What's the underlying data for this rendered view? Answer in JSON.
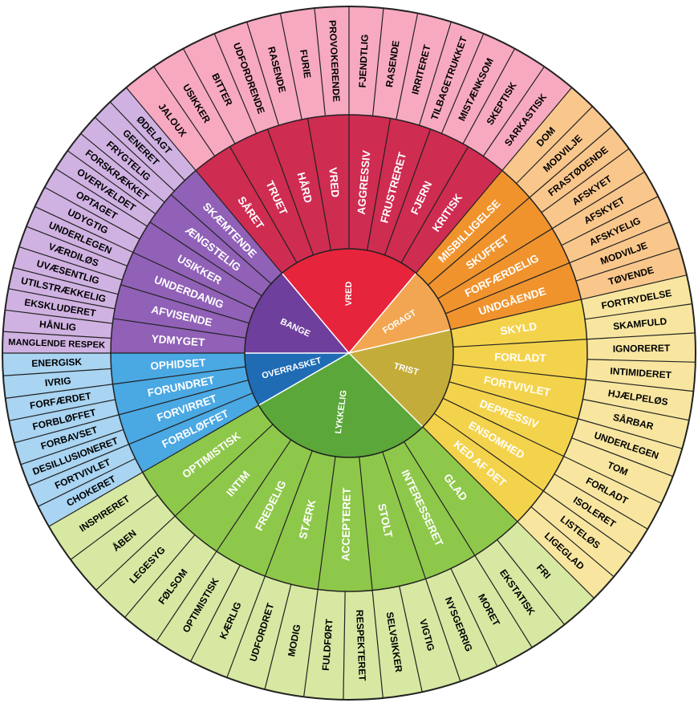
{
  "wheel": {
    "sectors": [
      {
        "name": "VRED",
        "colors": {
          "core": "#e6243b",
          "mid": "#cf2c51",
          "outer": "#f7a9c0"
        },
        "mid": [
          "SÅRET",
          "TRUET",
          "HÅRD",
          "VRED",
          "AGGRESSIV",
          "FRUSTRERET",
          "FJERN",
          "KRITISK"
        ],
        "outer": [
          "JALOUX",
          "USIKKER",
          "BITTER",
          "UDFORDRENDE",
          "RASENDE",
          "FURIE",
          "PROVOKERENDE",
          "FJENDTLIG",
          "RASENDE",
          "IRRITERET",
          "TILBAGETRUKKET",
          "MISTÆNKSOM",
          "SKEPTISK",
          "SARKASTISK"
        ]
      },
      {
        "name": "FORAGT",
        "colors": {
          "core": "#f2a651",
          "mid": "#f0932d",
          "outer": "#f9c78c"
        },
        "mid": [
          "MISBILLIGELSE",
          "SKUFFET",
          "FORFÆRDELIG",
          "UNDGÅENDE"
        ],
        "outer": [
          "DOM",
          "MODVILJE",
          "FRASTØDENDE",
          "AFSKYET",
          "AFSKYET",
          "AFSKYELIG",
          "MODVILJE",
          "TØVENDE"
        ]
      },
      {
        "name": "TRIST",
        "colors": {
          "core": "#c4ac3a",
          "mid": "#f4d34c",
          "outer": "#f8e6a0"
        },
        "mid": [
          "SKYLD",
          "FORLADT",
          "FORTVIVLET",
          "DEPRESSIV",
          "ENSOMHED",
          "KED AF DET"
        ],
        "outer": [
          "FORTRYDELSE",
          "SKAMFULD",
          "IGNORERET",
          "INTIMIDERET",
          "HJÆLPELØS",
          "SÅRBAR",
          "UNDERLEGEN",
          "TOM",
          "FORLADT",
          "ISOLERET",
          "LISTELØS",
          "LIGEGLAD"
        ]
      },
      {
        "name": "LYKKELIG",
        "colors": {
          "core": "#5ba73a",
          "mid": "#8ec84b",
          "outer": "#d7e8a2"
        },
        "mid": [
          "GLAD",
          "INTERESSERET",
          "STOLT",
          "ACCEPTERET",
          "STÆRK",
          "FREDELIG",
          "INTIM",
          "OPTIMISTISK"
        ],
        "outer": [
          "FRI",
          "EKSTATISK",
          "MORET",
          "NYSGERRIG",
          "VIGTIG",
          "SELVSIKKER",
          "RESPEKTERET",
          "FULDFØRT",
          "MODIG",
          "UDFORDRET",
          "KÆRLIG",
          "OPTIMISTISK",
          "FØLSOM",
          "LEGESYG",
          "ÅBEN",
          "INSPIRERET"
        ]
      },
      {
        "name": "OVERRASKET",
        "colors": {
          "core": "#1f6cb5",
          "mid": "#4aa8e3",
          "outer": "#a9d4f2"
        },
        "mid": [
          "FORBLØFFET",
          "FORVIRRET",
          "FORUNDRET",
          "OPHIDSET"
        ],
        "outer": [
          "CHOKERET",
          "FORTVIVLET",
          "DESILLUSIONERET",
          "FORBAVSET",
          "FORBLØFFET",
          "FORFÆRDET",
          "IVRIG",
          "ENERGISK"
        ]
      },
      {
        "name": "BANGE",
        "colors": {
          "core": "#6e3f9c",
          "mid": "#9061b7",
          "outer": "#d0b2e2"
        },
        "mid": [
          "YDMYGET",
          "AFVISENDE",
          "UNDERDANIG",
          "USIKKER",
          "ÆNGSTELIG",
          "SKÆMTENDE"
        ],
        "outer": [
          "MANGLENDE RESPEK",
          "HÅNLIG",
          "EKSKLUDERET",
          "UTILSTRÆKKELIG",
          "UVÆSENTLIG",
          "VÆRDILØS",
          "UNDERLEGEN",
          "UDYGTIG",
          "OPTAGET",
          "OVERVÆLDET",
          "FORSKRÆKKET",
          "FRYGTELIG",
          "GENERET",
          "ØDELAGT"
        ]
      }
    ]
  }
}
